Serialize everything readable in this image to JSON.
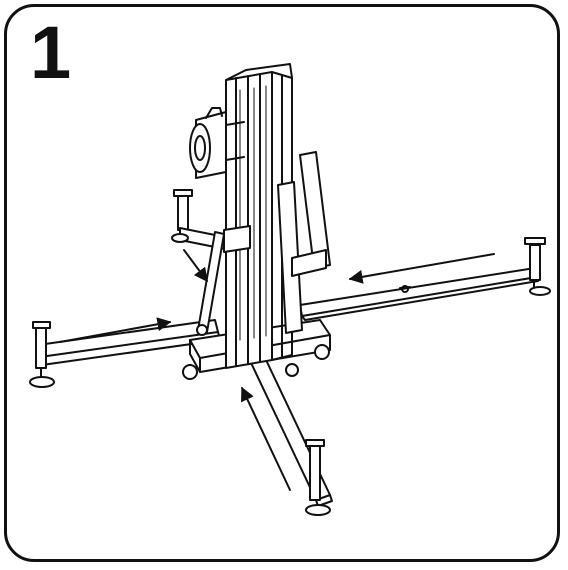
{
  "step": {
    "number": "1"
  },
  "colors": {
    "line": "#111111",
    "background": "#ffffff"
  },
  "illustration": {
    "subject": "lift-tower-with-outriggers",
    "arrows": [
      "left-outrigger-insert",
      "right-outrigger-insert",
      "front-outrigger-insert",
      "rear-strut-insert"
    ]
  }
}
